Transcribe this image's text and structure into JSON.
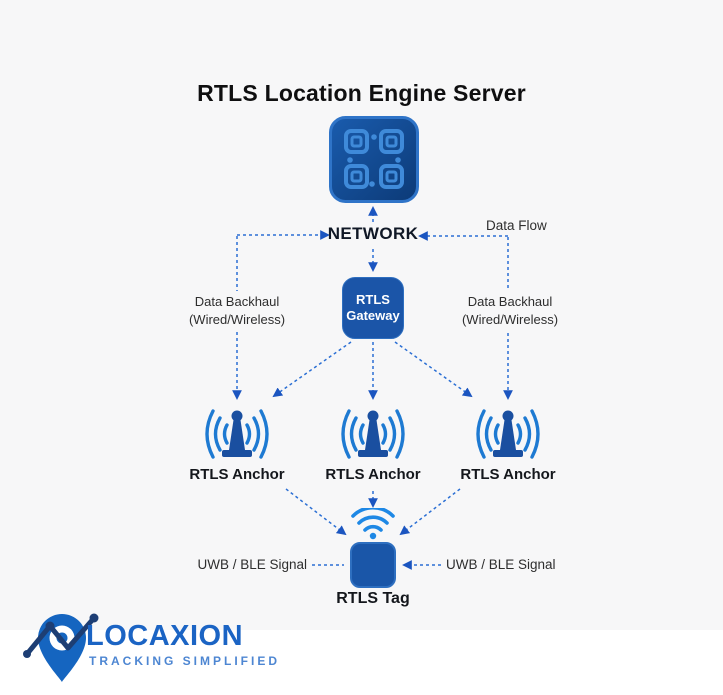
{
  "colors": {
    "background": "#f7f7f8",
    "footer_background": "#ffffff",
    "node_blue": "#1b55a8",
    "icon_dark_blue": "#1a4fa0",
    "signal_blue": "#1e88e5",
    "connector_blue": "#2b6fd4",
    "text_dark": "#14171c",
    "brand_blue": "#1b64c4",
    "brand_light_blue": "#4d86d2"
  },
  "diagram": {
    "title": "RTLS Location Engine Server",
    "network_label": "NETWORK",
    "gateway": {
      "line1": "RTLS",
      "line2": "Gateway"
    },
    "anchors": [
      {
        "label": "RTLS Anchor"
      },
      {
        "label": "RTLS Anchor"
      },
      {
        "label": "RTLS Anchor"
      }
    ],
    "tag_label": "RTLS Tag",
    "annotations": {
      "data_flow": "Data Flow",
      "backhaul_left_line1": "Data Backhaul",
      "backhaul_left_line2": "(Wired/Wireless)",
      "backhaul_right_line1": "Data Backhaul",
      "backhaul_right_line2": "(Wired/Wireless)",
      "uwb_left": "UWB / BLE Signal",
      "uwb_right": "UWB / BLE Signal"
    },
    "icons": {
      "server": "server-qr-chip-icon",
      "anchor": "antenna-signal-icon",
      "tag": "tag-with-wifi-icon"
    }
  },
  "footer": {
    "brand": "LOCAXION",
    "tagline": "TRACKING SIMPLIFIED"
  }
}
